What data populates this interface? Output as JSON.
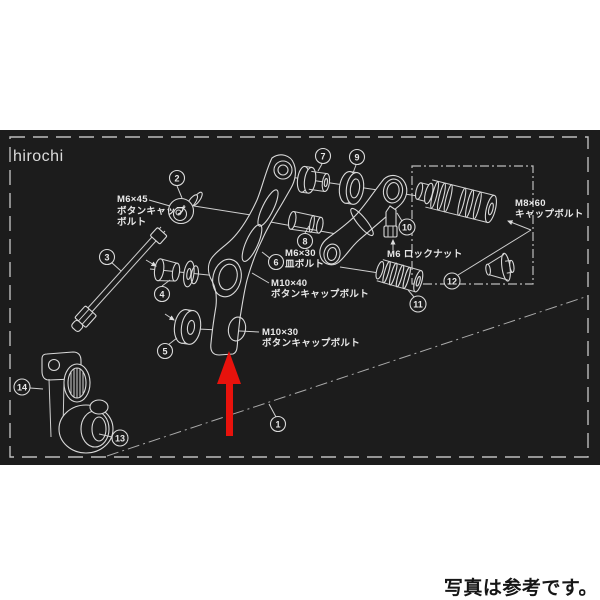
{
  "brand": "hirochi",
  "caption": "写真は参考です。",
  "colors": {
    "panel_bg": "#1c1c1c",
    "line": "#d9d9d9",
    "arrow_red": "#e8120c"
  },
  "labels": {
    "m6x45": {
      "l1": "M6×45",
      "l2": "ボタンキャップ",
      "l3": "ボルト"
    },
    "m6x30": {
      "l1": "M6×30",
      "l2": "皿ボルト"
    },
    "m10x40": {
      "l1": "M10×40",
      "l2": "ボタンキャップボルト"
    },
    "m10x30": {
      "l1": "M10×30",
      "l2": "ボタンキャップボルト"
    },
    "m6locknut": "M6 ロックナット",
    "m8x60": {
      "l1": "M8×60",
      "l2": "キャップボルト"
    }
  },
  "callouts": [
    {
      "n": "1"
    },
    {
      "n": "2"
    },
    {
      "n": "3"
    },
    {
      "n": "4"
    },
    {
      "n": "5"
    },
    {
      "n": "6"
    },
    {
      "n": "7"
    },
    {
      "n": "8"
    },
    {
      "n": "9"
    },
    {
      "n": "10"
    },
    {
      "n": "11"
    },
    {
      "n": "12"
    },
    {
      "n": "13"
    },
    {
      "n": "14"
    }
  ]
}
